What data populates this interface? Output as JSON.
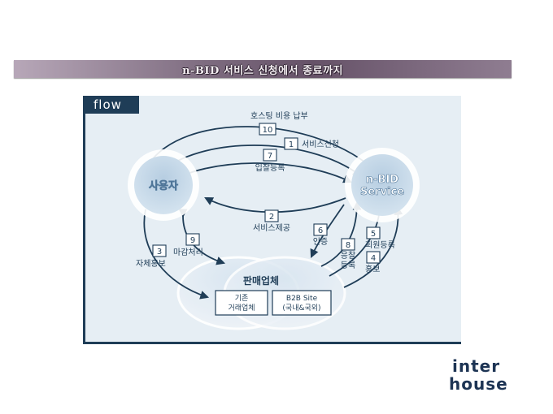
{
  "title": "n-BID 서비스 신청에서 종료까지",
  "diagram": {
    "tab_label": "flow",
    "nodes": {
      "user": "사용자",
      "nbid_line1": "n-BID",
      "nbid_line2": "Service",
      "seller": "판매업체",
      "existing_line1": "기존",
      "existing_line2": "거래업체",
      "b2b_line1": "B2B Site",
      "b2b_line2": "(국내&국외)"
    },
    "steps": [
      {
        "num": "10",
        "label": "호스팅 비용 납부"
      },
      {
        "num": "1",
        "label": "서비스신청"
      },
      {
        "num": "7",
        "label": "입찰등록"
      },
      {
        "num": "2",
        "label": "서비스제공"
      },
      {
        "num": "3",
        "label": "자체홍보"
      },
      {
        "num": "9",
        "label": "마감처리"
      },
      {
        "num": "6",
        "label": "인증"
      },
      {
        "num": "8",
        "label_line1": "응찰",
        "label_line2": "등록"
      },
      {
        "num": "5",
        "label": "회원등록"
      },
      {
        "num": "4",
        "label": "홍보"
      }
    ]
  },
  "logo": {
    "line1": "inter",
    "line2": "house"
  },
  "colors": {
    "navy": "#1f3d57",
    "panel": "#e6eef4",
    "node_fill": "#c9dbea",
    "node_text": "#ffffff"
  }
}
